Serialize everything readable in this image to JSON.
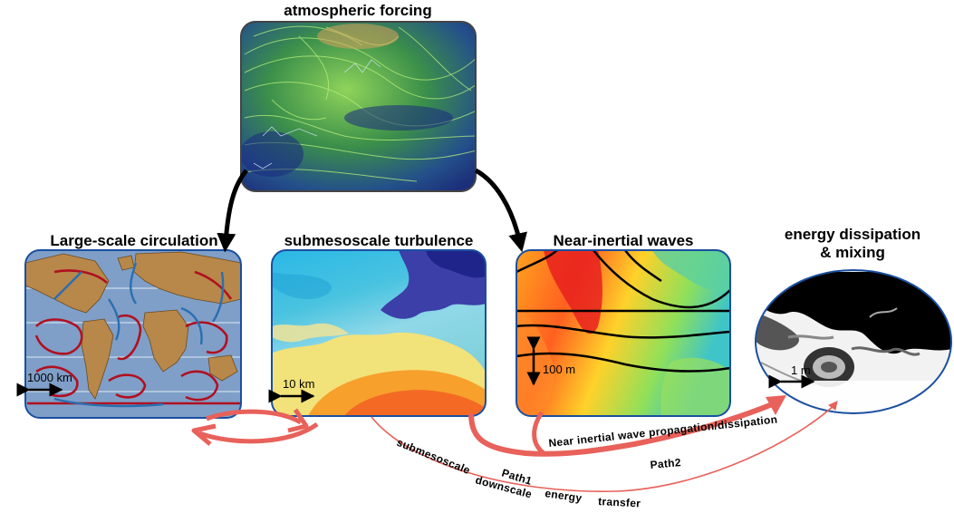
{
  "panels": {
    "atmospheric": {
      "title": "atmospheric forcing"
    },
    "large_scale": {
      "title": "Large-scale circulation",
      "scale": "1000 km"
    },
    "submeso": {
      "title": "submesoscale turbulence",
      "scale": "10 km"
    },
    "niw": {
      "title": "Near-inertial waves",
      "scale": "100 m"
    },
    "dissipation": {
      "title_line1": "energy dissipation",
      "title_line2": "& mixing",
      "scale": "1 m"
    }
  },
  "paths": {
    "path1_label": "Path1",
    "path1_desc_words": [
      "submesoscale",
      "downscale",
      "energy",
      "transfer"
    ],
    "path2_label": "Path2",
    "path2_desc": "Near inertial wave propagation/dissipation"
  },
  "colors": {
    "arrow_red": "#e8615a",
    "ocean_blue": "#7f9fc8",
    "land_brown": "#b8874a",
    "current_red": "#b01020",
    "current_blue": "#2a6fb0"
  }
}
